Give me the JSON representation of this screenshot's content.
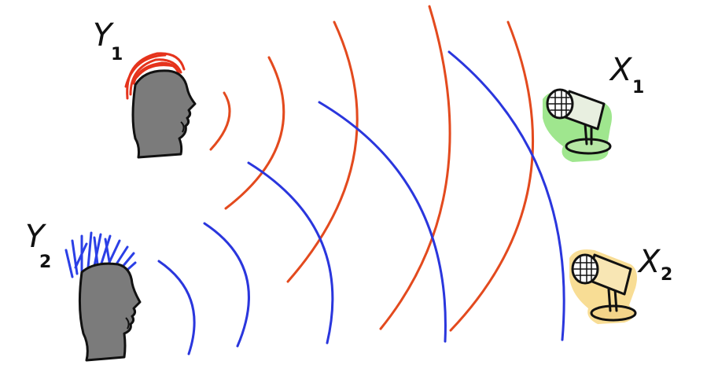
{
  "labels": {
    "speaker1_letter": "Y",
    "speaker1_sub": "1",
    "speaker2_letter": "Y",
    "speaker2_sub": "2",
    "mic1_letter": "X",
    "mic1_sub": "1",
    "mic2_letter": "X",
    "mic2_sub": "2"
  },
  "colors": {
    "ink": "#111111",
    "speaker1_wave": "#e34a1e",
    "speaker2_wave": "#2a36dd",
    "speaker1_hair": "#e5331c",
    "speaker2_hair": "#2b3fe6",
    "head_fill": "#7b7b7b",
    "mic1_highlight": "#8ee27a",
    "mic2_highlight": "#f7d98a",
    "mic_body_1": "#e8efe0",
    "mic_body_2": "#f8e6b4"
  },
  "icons": {
    "speaker1": "head-profile-icon",
    "speaker2": "head-profile-icon",
    "mic1": "microphone-icon",
    "mic2": "microphone-icon"
  }
}
